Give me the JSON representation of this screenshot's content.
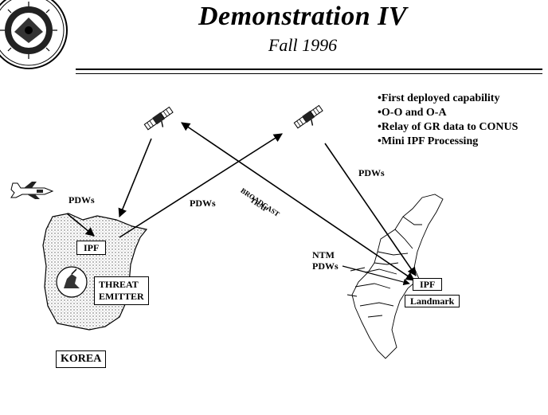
{
  "header": {
    "title": "Demonstration IV",
    "subtitle": "Fall 1996"
  },
  "bullets": [
    "•First deployed capability",
    "•O-O and O-A",
    "•Relay of GR data to CONUS",
    "•Mini IPF Processing"
  ],
  "labels": {
    "pdws_aircraft": "PDWs",
    "pdws_middle": "PDWs",
    "pdws_right": "PDWs",
    "trap_line1": "TRAP",
    "trap_line2": "BROADCAST",
    "ntm_line1": "NTM",
    "ntm_line2": "PDWs"
  },
  "boxes": {
    "ipf_korea": "IPF",
    "threat_line1": "THREAT",
    "threat_line2": "EMITTER",
    "korea": "KOREA",
    "ipf_conus": "IPF",
    "landmark": "Landmark"
  },
  "icons": {
    "seal": "dod-seal-icon",
    "satellite": "satellite-icon",
    "aircraft": "aircraft-icon",
    "emitter": "threat-emitter-icon"
  }
}
